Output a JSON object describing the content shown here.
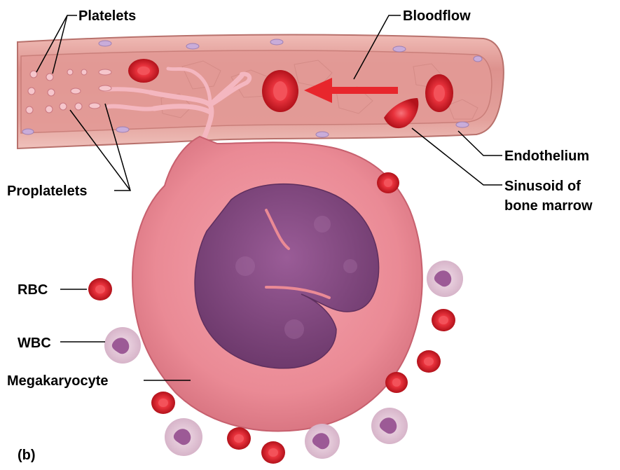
{
  "labels": {
    "platelets": "Platelets",
    "bloodflow": "Bloodflow",
    "proplatelets": "Proplatelets",
    "endothelium": "Endothelium",
    "sinusoid_line1": "Sinusoid of",
    "sinusoid_line2": "bone marrow",
    "rbc": "RBC",
    "wbc": "WBC",
    "megakaryocyte": "Megakaryocyte",
    "panel": "(b)"
  },
  "colors": {
    "vessel": "#e8a9a5",
    "vessel_edge": "#b96a66",
    "cell_body": "#ec8e98",
    "nucleus": "#8a4e87",
    "rbc": "#d81e2a",
    "rbc_center": "#f3525a",
    "wbc": "#e2c6d8",
    "wbc_nucleus": "#9c5a96",
    "arrow": "#e8262c",
    "endothelial_nuclei": "#bfa3d2"
  }
}
